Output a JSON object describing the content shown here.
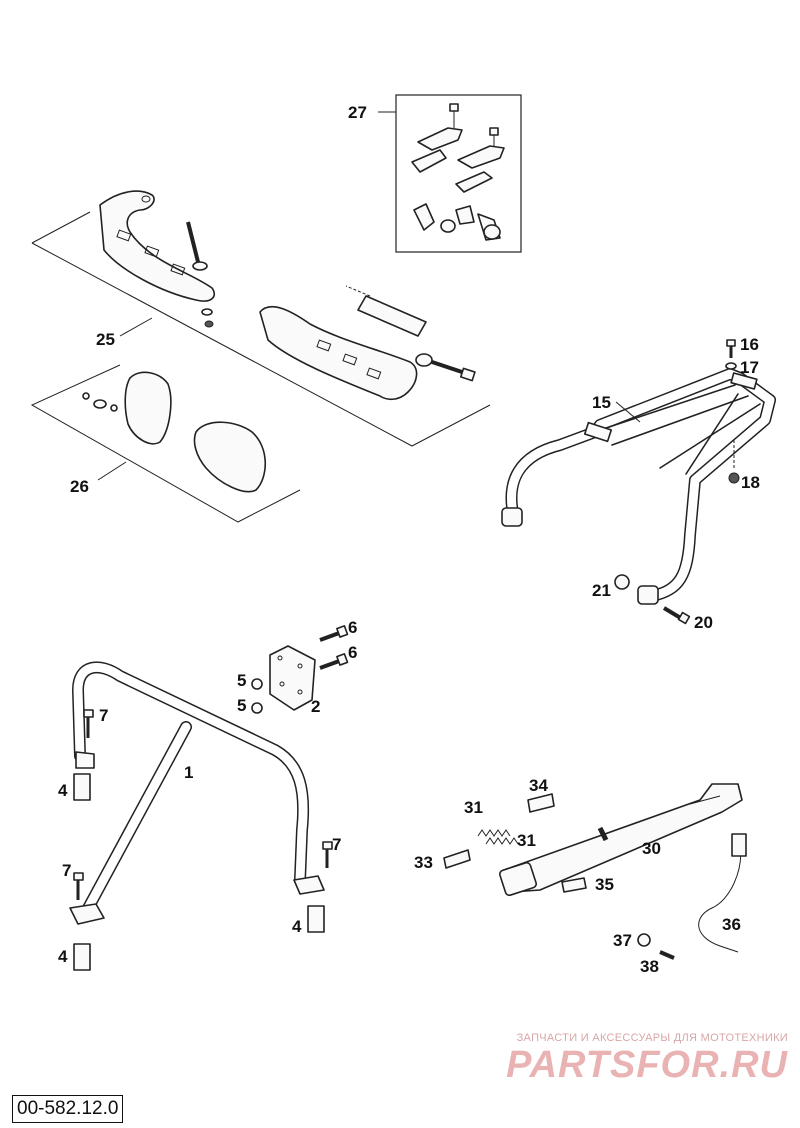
{
  "drawing": {
    "code": "00-582.12.0"
  },
  "watermark": {
    "caption": "ЗАПЧАСТИ И АКСЕССУАРЫ ДЛЯ МОТОТЕХНИКИ",
    "logo": "PARTSFOR.RU"
  },
  "callouts": [
    {
      "id": "c1",
      "label": "1"
    },
    {
      "id": "c2",
      "label": "2"
    },
    {
      "id": "c4a",
      "label": "4"
    },
    {
      "id": "c4b",
      "label": "4"
    },
    {
      "id": "c4c",
      "label": "4"
    },
    {
      "id": "c5a",
      "label": "5"
    },
    {
      "id": "c5b",
      "label": "5"
    },
    {
      "id": "c6a",
      "label": "6"
    },
    {
      "id": "c6b",
      "label": "6"
    },
    {
      "id": "c7a",
      "label": "7"
    },
    {
      "id": "c7b",
      "label": "7"
    },
    {
      "id": "c7c",
      "label": "7"
    },
    {
      "id": "c15",
      "label": "15"
    },
    {
      "id": "c16",
      "label": "16"
    },
    {
      "id": "c17",
      "label": "17"
    },
    {
      "id": "c18",
      "label": "18"
    },
    {
      "id": "c20",
      "label": "20"
    },
    {
      "id": "c21",
      "label": "21"
    },
    {
      "id": "c25",
      "label": "25"
    },
    {
      "id": "c26",
      "label": "26"
    },
    {
      "id": "c27",
      "label": "27"
    },
    {
      "id": "c30",
      "label": "30"
    },
    {
      "id": "c31a",
      "label": "31"
    },
    {
      "id": "c31b",
      "label": "31"
    },
    {
      "id": "c33",
      "label": "33"
    },
    {
      "id": "c34",
      "label": "34"
    },
    {
      "id": "c35",
      "label": "35"
    },
    {
      "id": "c36",
      "label": "36"
    },
    {
      "id": "c37",
      "label": "37"
    },
    {
      "id": "c38",
      "label": "38"
    }
  ]
}
